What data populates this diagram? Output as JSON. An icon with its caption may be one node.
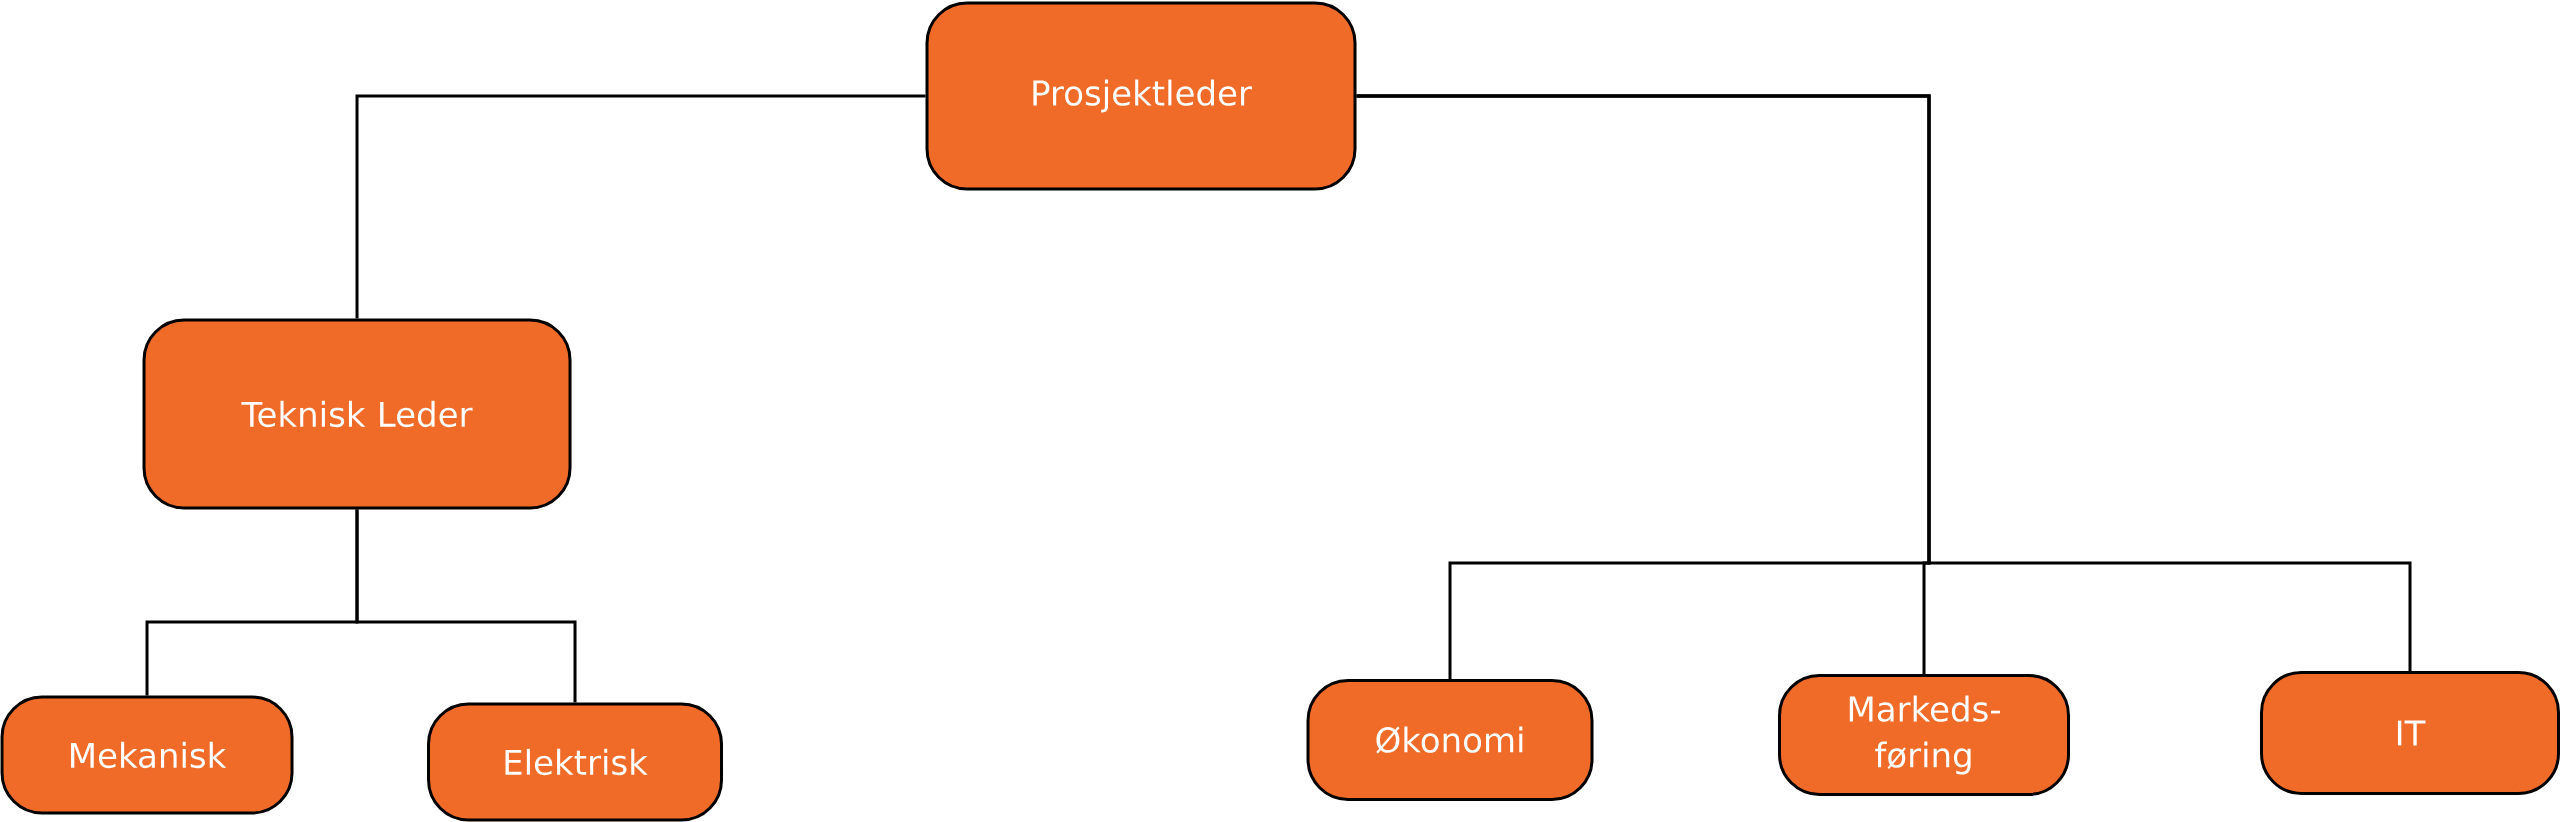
{
  "diagram": {
    "nodes": [
      {
        "text": [
          "Prosjektleder"
        ]
      },
      {
        "text": [
          "Teknisk Leder"
        ]
      },
      {
        "text": [
          "Mekanisk"
        ]
      },
      {
        "text": [
          "Elektrisk"
        ]
      },
      {
        "text": [
          "Økonomi"
        ]
      },
      {
        "text": [
          "Markeds- føring"
        ]
      },
      {
        "text": [
          "IT"
        ]
      }
    ],
    "edges": [
      {
        "from": 0,
        "to": 1,
        "arrow": "none"
      },
      {
        "from": 0,
        "to": 4,
        "arrow": "none"
      },
      {
        "from": 0,
        "to": 5,
        "arrow": "none"
      },
      {
        "from": 0,
        "to": 6,
        "arrow": "none"
      },
      {
        "from": 1,
        "to": 2,
        "arrow": "none"
      },
      {
        "from": 1,
        "to": 3,
        "arrow": "none"
      }
    ]
  }
}
